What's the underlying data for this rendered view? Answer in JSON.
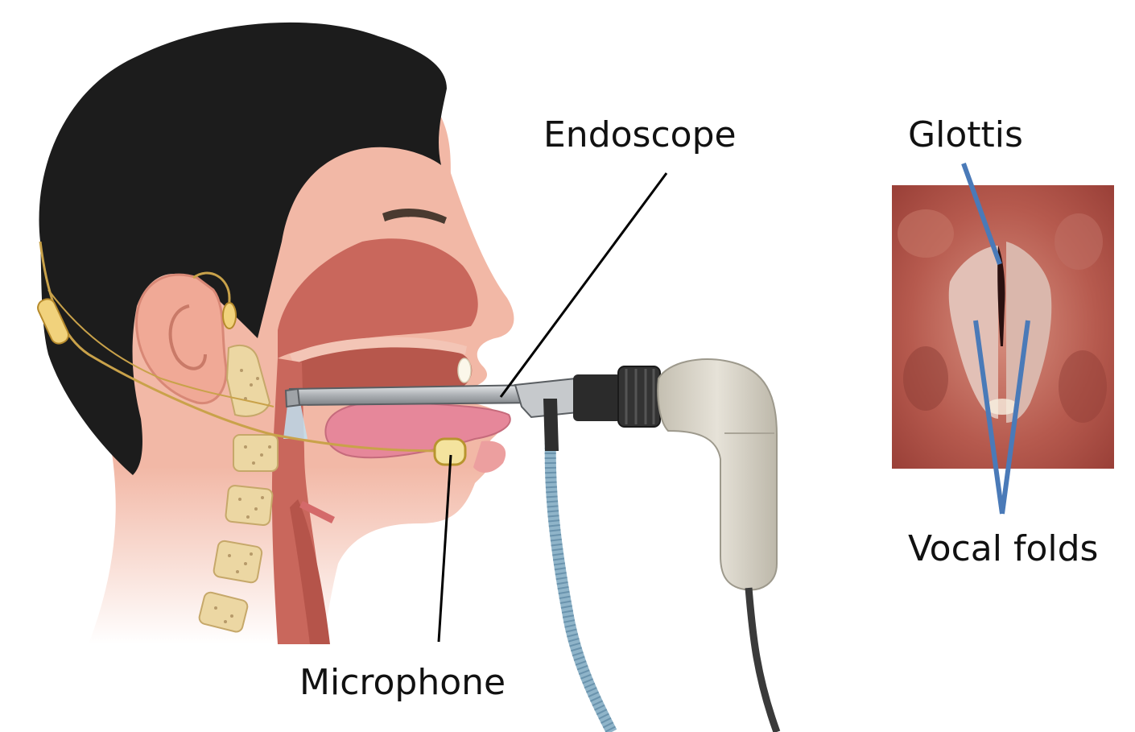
{
  "labels": {
    "endoscope": "Endoscope",
    "glottis": "Glottis",
    "vocal_folds": "Vocal folds",
    "microphone": "Microphone"
  },
  "colors": {
    "skin": "#f2b8a6",
    "skin_shadow": "#e89a88",
    "hair": "#1c1c1c",
    "oral_cavity": "#c9675c",
    "tongue": "#e6879a",
    "vertebra": "#ecd7a3",
    "mic": "#f4e39e",
    "endoscope_tube": "#b9bcbf",
    "handle": "#d8d3c6",
    "cable": "#8fb4c9",
    "pointer_line": "#000000",
    "annotation_line": "#4a7ab8",
    "larynx_tissue": "#a84d44"
  },
  "icons": [
    "head-anatomy-illustration",
    "endoscope-device-illustration",
    "glottis-photo"
  ]
}
